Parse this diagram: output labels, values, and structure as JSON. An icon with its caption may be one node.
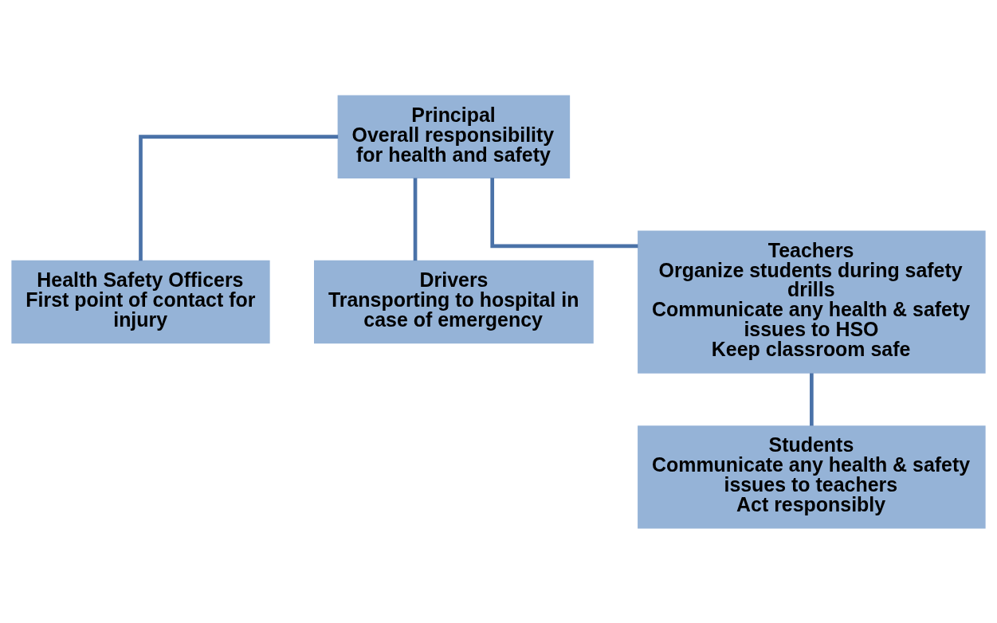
{
  "diagram": {
    "nodes": [
      {
        "text": [
          "Principal",
          "Overall responsibility for health and safety"
        ]
      },
      {
        "text": [
          "Health Safety Officers",
          "First point of contact for injury"
        ]
      },
      {
        "text": [
          "Drivers",
          "Transporting to hospital in case of emergency"
        ]
      },
      {
        "text": [
          "Teachers",
          "Organize students during safety drills",
          "Communicate any health & safety issues to HSO",
          "Keep classroom safe"
        ]
      },
      {
        "text": [
          "Students",
          "Communicate any health & safety issues to teachers",
          "Act responsibly"
        ]
      }
    ],
    "edges": [
      {
        "from": 0,
        "to": 1,
        "arrow": "none"
      },
      {
        "from": 0,
        "to": 2,
        "arrow": "none"
      },
      {
        "from": 0,
        "to": 3,
        "arrow": "none"
      },
      {
        "from": 3,
        "to": 4,
        "arrow": "none"
      }
    ]
  }
}
